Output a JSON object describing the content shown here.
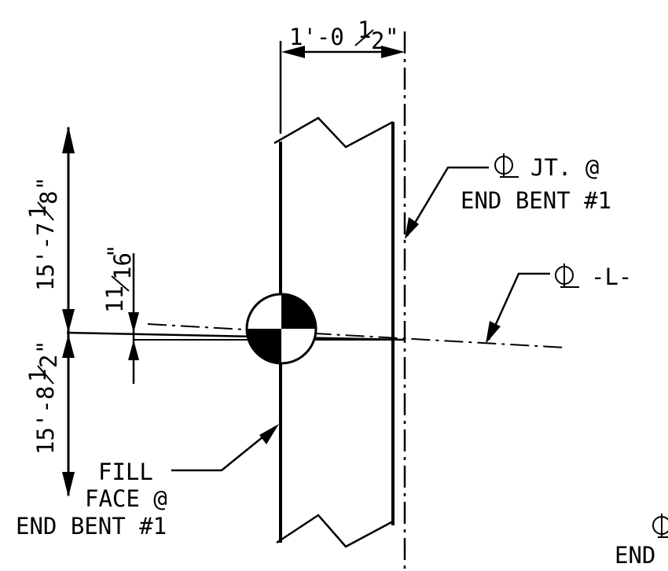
{
  "dimensions": {
    "width_label": "1'-0",
    "width_frac_num": "1",
    "width_frac_den": "2",
    "width_frac_inch": "\"",
    "upper_height_label": "15'-7",
    "upper_height_num": "1",
    "upper_height_den": "8",
    "upper_inch": "\"",
    "lower_height_label": "15'-8",
    "lower_height_num": "1",
    "lower_height_den": "2",
    "lower_inch": "\"",
    "offset_num": "11",
    "offset_den": "16",
    "offset_inch": "\""
  },
  "callouts": {
    "cl_jt_line1": "JT. @",
    "cl_jt_line2": "END BENT #1",
    "cl_l": "-L-",
    "fill_line1": "FILL",
    "fill_line2": "FACE @",
    "fill_line3": "END BENT #1",
    "partial_cl_label": "END"
  }
}
